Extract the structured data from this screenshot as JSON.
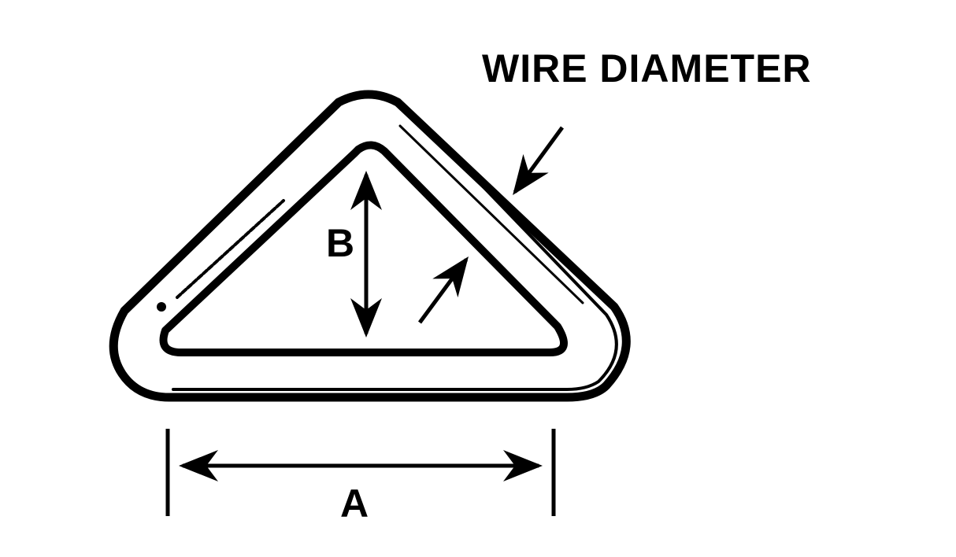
{
  "labels": {
    "wire_diameter": "WIRE DIAMETER",
    "dimension_a": "A",
    "dimension_b": "B"
  },
  "colors": {
    "ink": "#000000",
    "background": "#ffffff"
  }
}
